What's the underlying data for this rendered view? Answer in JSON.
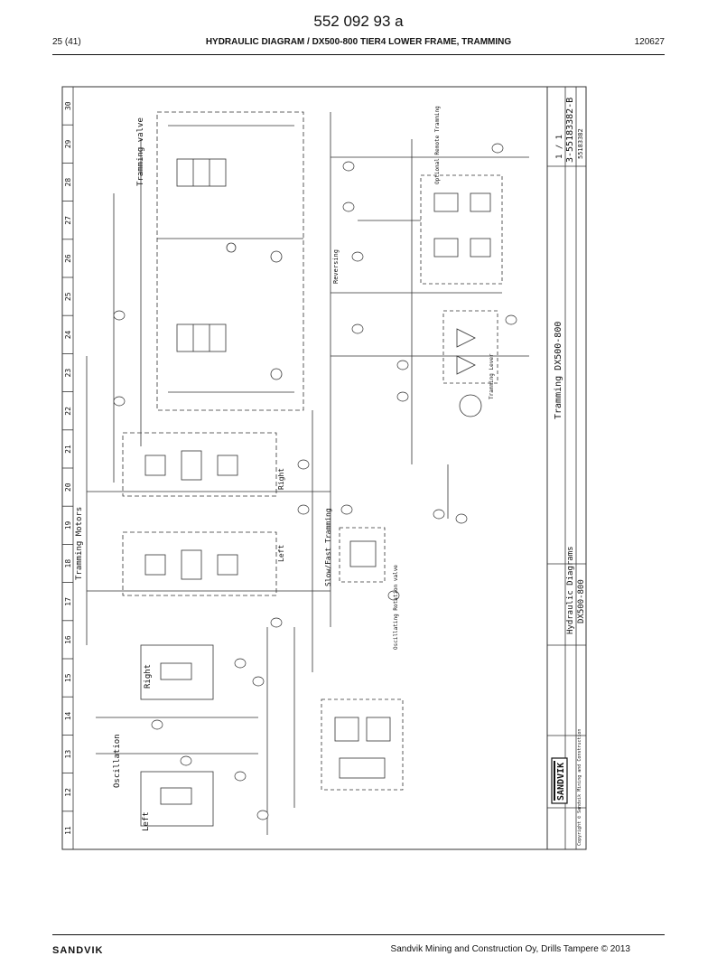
{
  "document_number": "552 092 93 a",
  "header": {
    "page": "25 (41)",
    "title": "HYDRAULIC DIAGRAM / DX500-800 TIER4 LOWER FRAME, TRAMMING",
    "date_code": "120627"
  },
  "grid_columns": [
    "30",
    "29",
    "28",
    "27",
    "26",
    "25",
    "24",
    "23",
    "22",
    "21",
    "20",
    "19",
    "18",
    "17",
    "16",
    "15",
    "14",
    "13",
    "12",
    "11"
  ],
  "diagram_labels": {
    "tramming_valve": "Tramming valve",
    "tramming_motors": "Tramming Motors",
    "oscillation": "Oscillation",
    "left": "Left",
    "right": "Right",
    "slow_fast_tramming": "Slow/Fast Tramming",
    "reversing": "Reversing",
    "tramming_lever": "Tramming Lever",
    "optional_remote_tramming": "Optional Remote Tramming",
    "oscillating_rotation_valve": "Oscillating Rotation valve"
  },
  "title_block": {
    "sheet": "1 / 1",
    "drawing_number": "3-55183382-B",
    "ce_code": "55183382",
    "system_title": "Tramming DX500-800",
    "diagram_name": "Hydraulic Diagrams",
    "model": "DX500-800",
    "brand": "SANDVIK",
    "copyright": "Copyright © Sandvik Mining and Construction"
  },
  "footer": {
    "logo": "SANDVIK",
    "text": "Sandvik Mining and Construction Oy, Drills Tampere © 2013"
  }
}
